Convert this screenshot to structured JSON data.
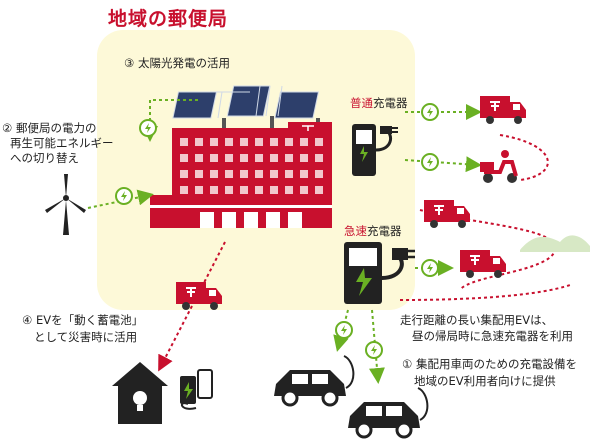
{
  "title": "地域の郵便局",
  "labels": {
    "solar": "③ 太陽光発電の活用",
    "renewable_1": "② 郵便局の電力の",
    "renewable_2": "再生可能エネルギー",
    "renewable_3": "への切り替え",
    "normal_charger_prefix": "普通",
    "normal_charger_suffix": "充電器",
    "fast_charger_prefix": "急速",
    "fast_charger_suffix": "充電器",
    "ev_battery_1": "④ EVを「動く蓄電池」",
    "ev_battery_2": "として災害時に活用",
    "long_distance_1": "走行距離の長い集配用EVは、",
    "long_distance_2": "昼の帰局時に急速充電器を利用",
    "public_use_1": "① 集配用車両のための充電設備を",
    "public_use_2": "地域のEV利用者向けに提供"
  },
  "colors": {
    "brand_red": "#c8102e",
    "area_bg": "#fdf9d8",
    "energy_green": "#6ab023",
    "dark": "#222222"
  },
  "icons": [
    "solar-panel-icon",
    "post-office-building-icon",
    "wind-turbine-icon",
    "normal-charger-icon",
    "fast-charger-icon",
    "delivery-truck-icon",
    "delivery-scooter-icon",
    "house-icon",
    "battery-icon",
    "smartphone-icon",
    "electric-car-icon",
    "lightning-badge-icon"
  ]
}
